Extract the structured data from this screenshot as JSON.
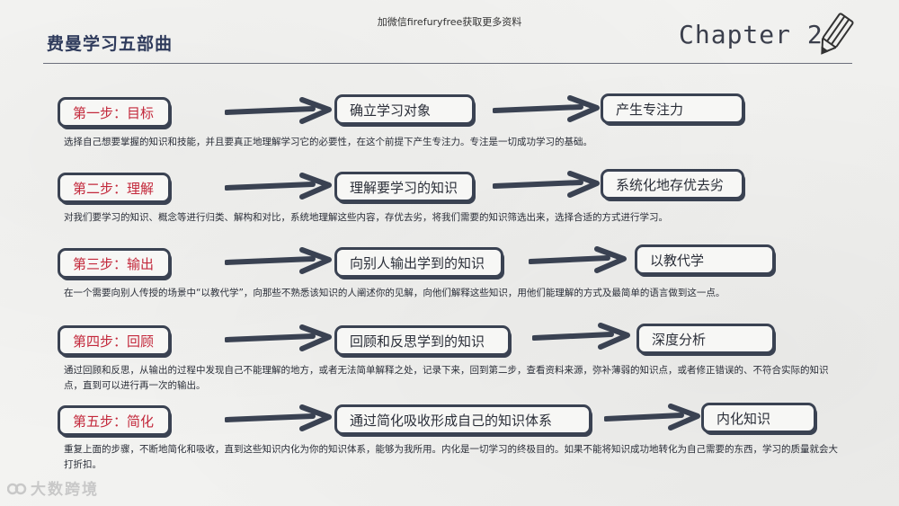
{
  "header": {
    "title": "费曼学习五部曲",
    "top_note": "加微信firefuryfree获取更多资料",
    "chapter": "Chapter 2"
  },
  "steps": [
    {
      "label": "第一步：目标",
      "mid": "确立学习对象",
      "result": "产生专注力",
      "desc": "选择自己想要掌握的知识和技能，并且要真正地理解学习它的必要性，在这个前提下产生专注力。专注是一切成功学习的基础。"
    },
    {
      "label": "第二步：理解",
      "mid": "理解要学习的知识",
      "result": "系统化地存优去劣",
      "desc": "对我们要学习的知识、概念等进行归类、解构和对比，系统地理解这些内容，存优去劣，将我们需要的知识筛选出来，选择合适的方式进行学习。"
    },
    {
      "label": "第三步：输出",
      "mid": "向别人输出学到的知识",
      "result": "以教代学",
      "desc": "在一个需要向别人传授的场景中“以教代学”，向那些不熟悉该知识的人阐述你的见解，向他们解释这些知识，用他们能理解的方式及最简单的语言做到这一点。"
    },
    {
      "label": "第四步：回顾",
      "mid": "回顾和反思学到的知识",
      "result": "深度分析",
      "desc": "通过回顾和反思，从输出的过程中发现自己不能理解的地方，或者无法简单解释之处，记录下来，回到第二步，查看资料来源，弥补薄弱的知识点，或者修正错误的、不符合实际的知识点，直到可以进行再一次的输出。"
    },
    {
      "label": "第五步：简化",
      "mid": "通过简化吸收形成自己的知识体系",
      "result": "内化知识",
      "desc": "重复上面的步骤，不断地简化和吸收，直到这些知识内化为你的知识体系，能够为我所用。内化是一切学习的终极目的。如果不能将知识成功地转化为自己需要的东西，学习的质量就会大打折扣。"
    }
  ],
  "watermark": "大数跨境",
  "colors": {
    "accent": "#c3283b",
    "ink": "#3a4252"
  }
}
